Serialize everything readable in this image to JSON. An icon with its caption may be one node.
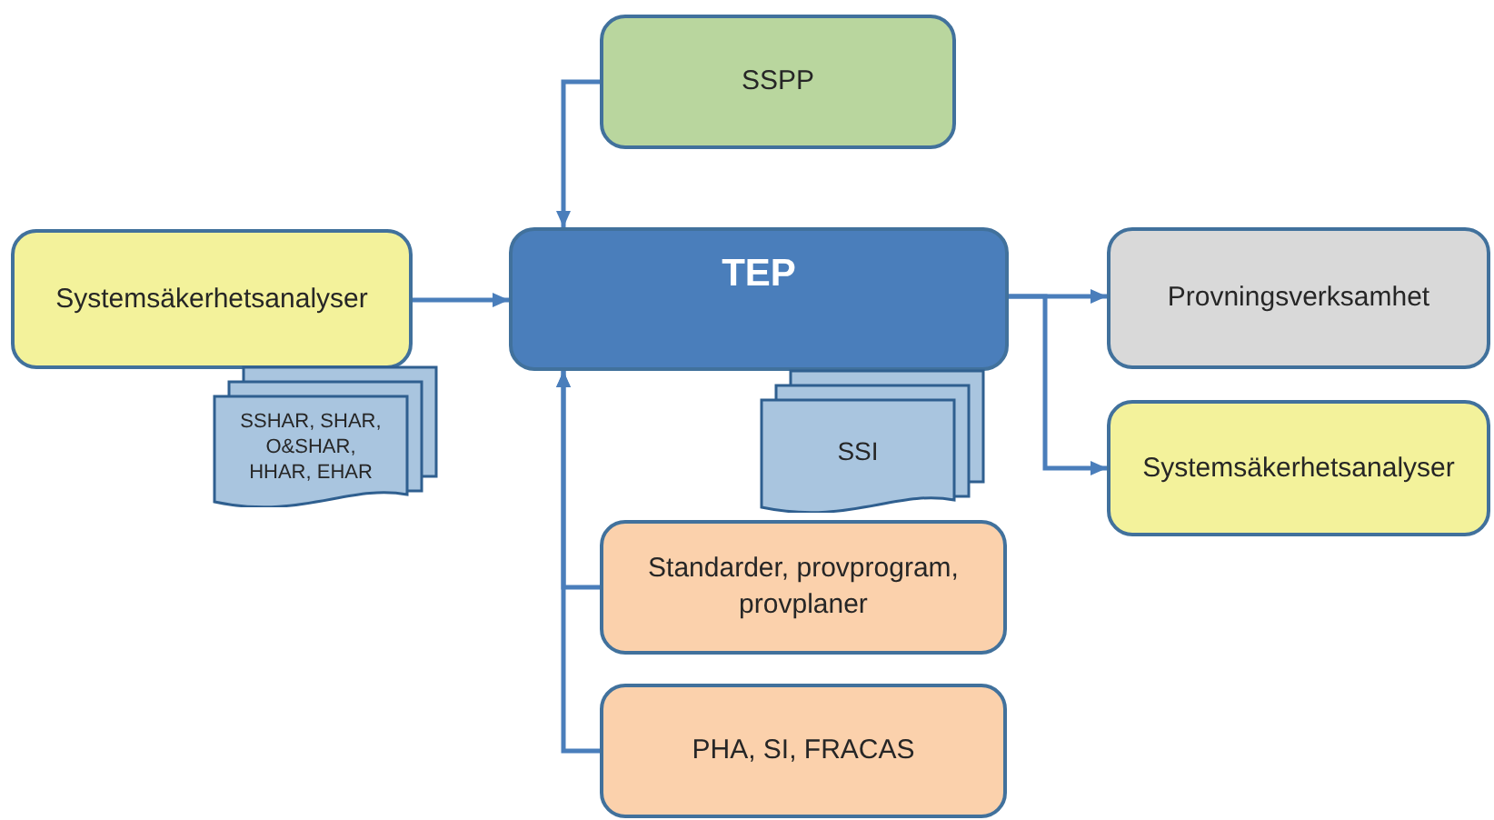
{
  "diagram": {
    "nodes": [
      {
        "text": [
          "SSPP"
        ]
      },
      {
        "text": [
          "Systemsäkerhetsanalyser"
        ]
      },
      {
        "text": [
          "SSHAR, SHAR, O&SHAR, HHAR, EHAR"
        ]
      },
      {
        "text": [
          "TEP"
        ]
      },
      {
        "text": [
          "SSI"
        ]
      },
      {
        "text": [
          "Provningsverksamhet"
        ]
      },
      {
        "text": [
          "Systemsäkerhetsanalyser"
        ]
      },
      {
        "text": [
          "Standarder, provprogram, provplaner"
        ]
      },
      {
        "text": [
          "PHA, SI, FRACAS"
        ]
      }
    ],
    "edges": [
      {
        "from": 0,
        "to": 3,
        "arrow": "to"
      },
      {
        "from": 1,
        "to": 3,
        "arrow": "to"
      },
      {
        "from": 3,
        "to": 5,
        "arrow": "to"
      },
      {
        "from": 3,
        "to": 6,
        "arrow": "to"
      },
      {
        "from": 7,
        "to": 3,
        "arrow": "to"
      },
      {
        "from": 8,
        "to": 3,
        "arrow": "to"
      }
    ]
  }
}
